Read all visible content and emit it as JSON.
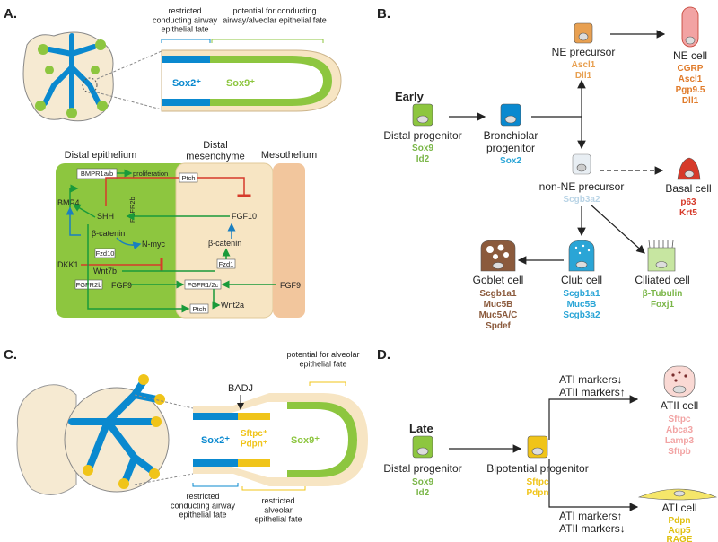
{
  "panels": {
    "a": "A.",
    "b": "B.",
    "c": "C.",
    "d": "D."
  },
  "colors": {
    "green": "#8dc63f",
    "blue": "#0a89cf",
    "orange": "#e8a051",
    "red": "#d63a2a",
    "brown": "#8b5a3c",
    "cyan": "#2aa5d6",
    "lightgreen": "#7ab648",
    "yellow": "#f0c419",
    "pink": "#f2a3a3",
    "tan": "#f7e5c3",
    "peach": "#f2c69d",
    "greyblue": "#b9d4e6"
  },
  "a": {
    "restricted": "restricted\nconducting airway\nepithelial fate",
    "potential": "potential for conducting\nairway/alveolar epithelial fate",
    "sox2": "Sox2⁺",
    "sox9": "Sox9⁺",
    "distal_epithelium": "Distal epithelium",
    "distal_mesenchyme": "Distal\nmesenchyme",
    "mesothelium": "Mesothelium",
    "bmpr": "BMPR1a/b",
    "proliferation": "proliferation",
    "ptch_top": "Ptch",
    "ptch_bottom": "Ptch",
    "bmp4": "BMP4",
    "shh": "SHH",
    "fgfr2b_v": "FGFR2b",
    "fgf10": "FGF10",
    "bcat_left": "β-catenin",
    "nmyc": "N-myc",
    "fzd10": "Fzd10",
    "bcat_right": "β-catenin",
    "dkk1": "DKK1",
    "wnt7b": "Wnt7b",
    "fzd1": "Fzd1",
    "fgfr2b": "FGFR2b",
    "fgf9": "FGF9",
    "fgfr1": "FGFR1/2c",
    "fgf9_right": "FGF9",
    "wnt2a": "Wnt2a"
  },
  "b": {
    "early": "Early",
    "distal": {
      "name": "Distal progenitor",
      "markers": [
        "Sox9",
        "Id2"
      ]
    },
    "bronchiolar": {
      "name": "Bronchiolar\nprogenitor",
      "markers": [
        "Sox2"
      ]
    },
    "ne_pre": {
      "name": "NE precursor",
      "markers": [
        "Ascl1",
        "Dll1"
      ]
    },
    "ne_cell": {
      "name": "NE cell",
      "markers": [
        "CGRP",
        "Ascl1",
        "Pgp9.5",
        "Dll1"
      ]
    },
    "non_ne": {
      "name": "non-NE precursor",
      "markers": [
        "Scgb3a2"
      ]
    },
    "basal": {
      "name": "Basal cell",
      "markers": [
        "p63",
        "Krt5"
      ]
    },
    "goblet": {
      "name": "Goblet cell",
      "markers": [
        "Scgb1a1",
        "Muc5B",
        "Muc5A/C",
        "Spdef"
      ]
    },
    "club": {
      "name": "Club cell",
      "markers": [
        "Scgb1a1",
        "Muc5B",
        "Scgb3a2"
      ]
    },
    "ciliated": {
      "name": "Ciliated cell",
      "markers": [
        "β-Tubulin",
        "Foxj1"
      ]
    }
  },
  "c": {
    "potential": "potential for alveolar\nepithelial fate",
    "badj": "BADJ",
    "sox2": "Sox2⁺",
    "sftpc": "Sftpc⁺\nPdpn⁺",
    "sox9": "Sox9⁺",
    "restricted_airway": "restricted\nconducting airway\nepithelial fate",
    "restricted_alveolar": "restricted\nalveolar\nepithelial fate"
  },
  "d": {
    "late": "Late",
    "distal": {
      "name": "Distal progenitor",
      "markers": [
        "Sox9",
        "Id2"
      ]
    },
    "bipotential": {
      "name": "Bipotential progenitor",
      "markers": [
        "Sftpc",
        "Pdpn"
      ]
    },
    "upper_arrows": "ATI markers↓\nATII markers↑",
    "lower_arrows": "ATI markers↑\nATII markers↓",
    "atii": {
      "name": "ATII cell",
      "markers": [
        "Sftpc",
        "Abca3",
        "Lamp3",
        "Sftpb"
      ]
    },
    "ati": {
      "name": "ATI cell",
      "markers": [
        "Pdpn",
        "Aqp5",
        "RAGE"
      ]
    }
  }
}
